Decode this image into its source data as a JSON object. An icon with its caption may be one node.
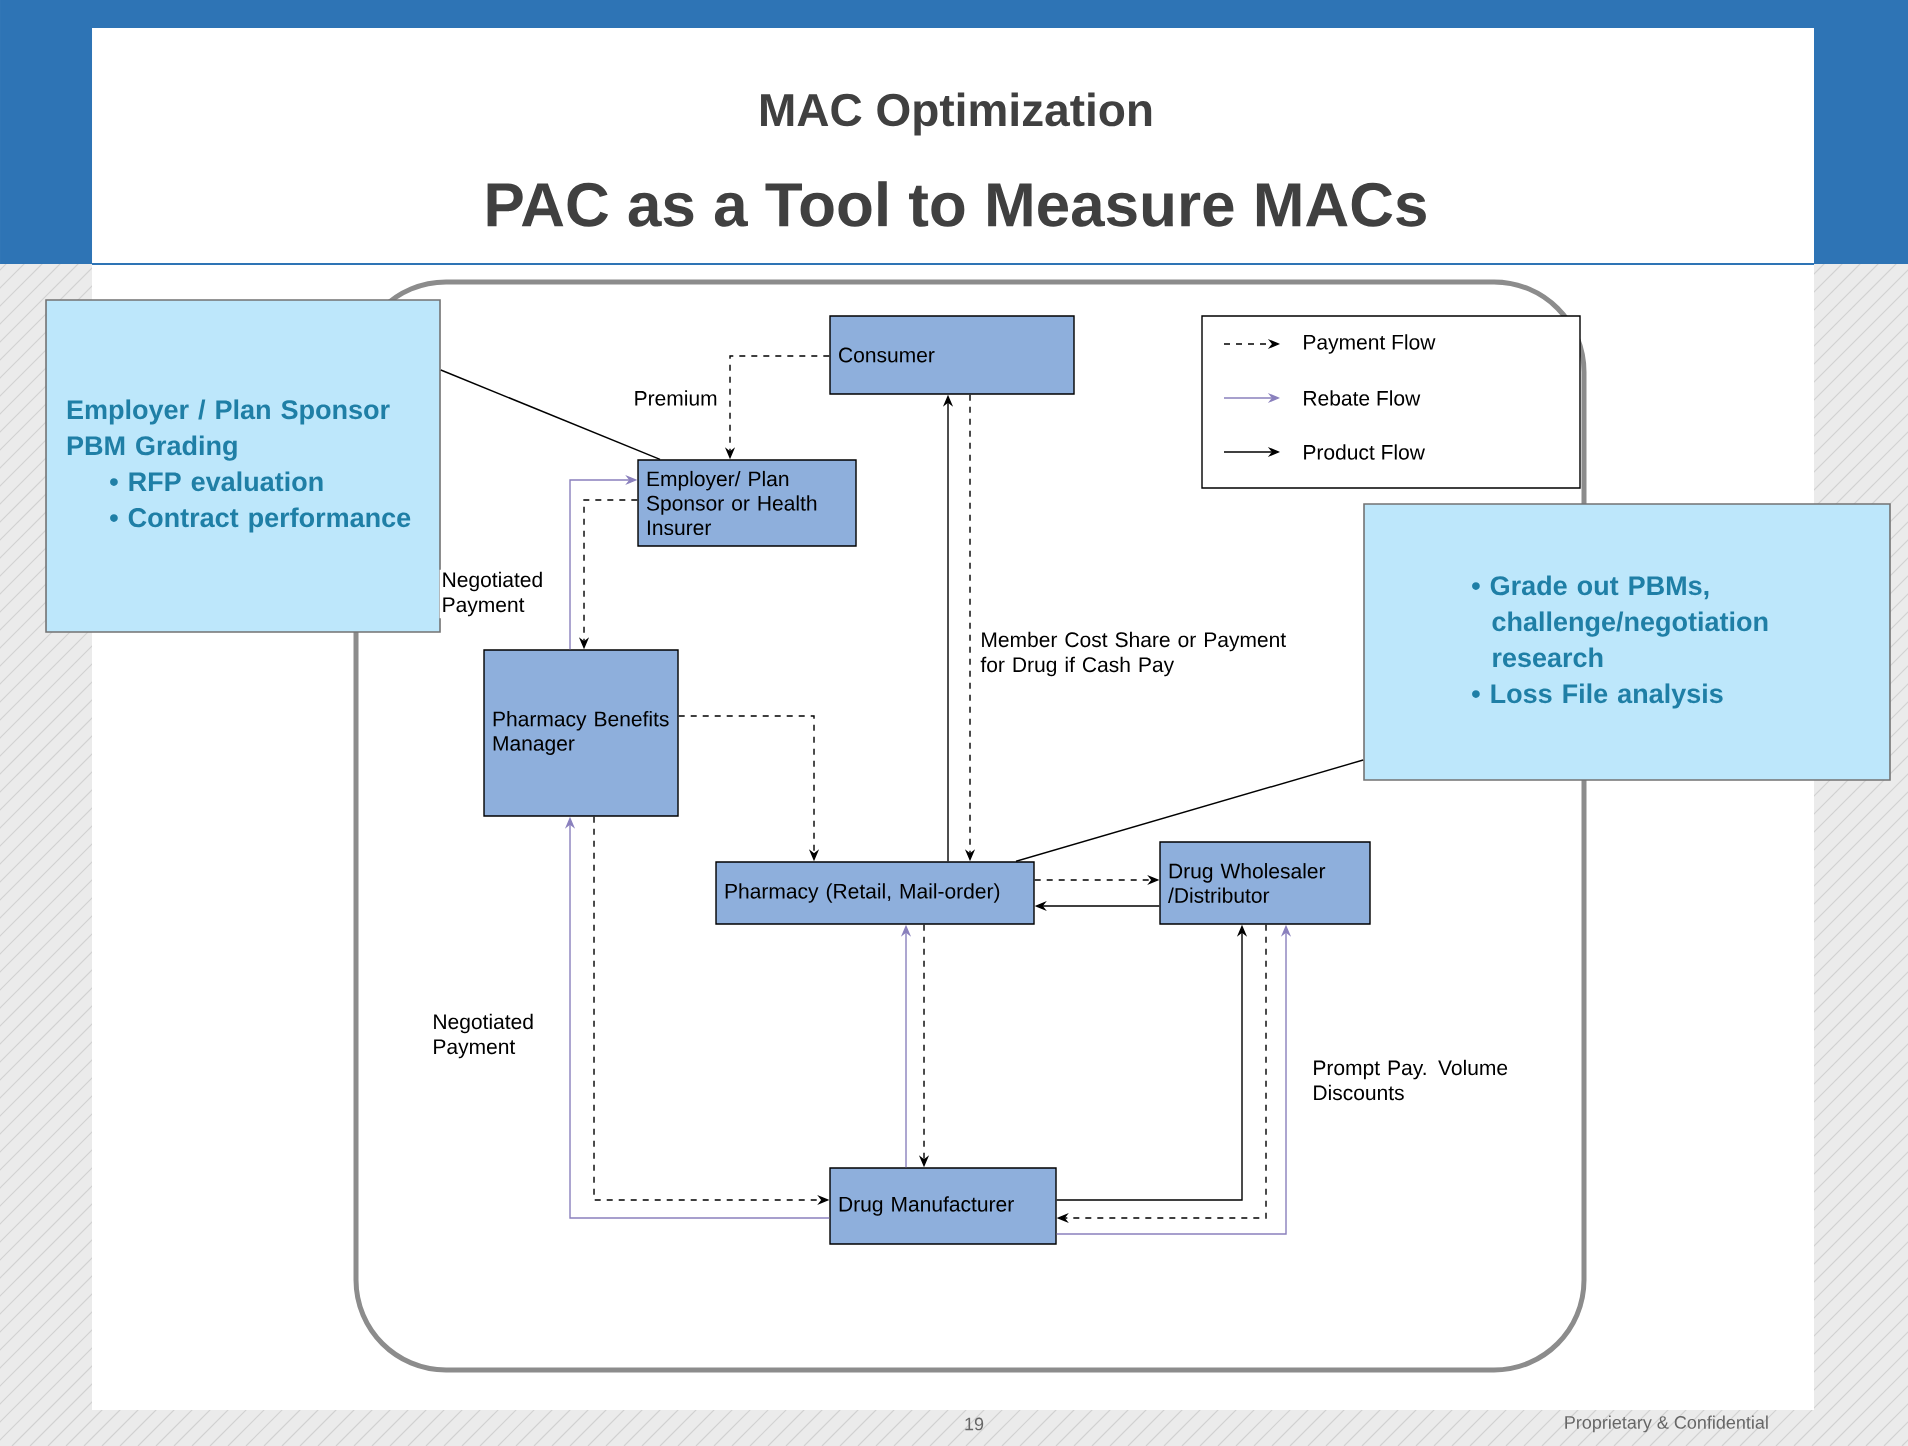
{
  "diagram": {
    "title": "PAC as a Tool to Measure MACs",
    "nodes": [
      {
        "text": [
          "Consumer"
        ]
      },
      {
        "text": [
          "Employer/ Plan Sponsor or Health Insurer"
        ]
      },
      {
        "text": [
          "Pharmacy Benefits Manager"
        ]
      },
      {
        "text": [
          "Pharmacy (Retail, Mail-order)"
        ]
      },
      {
        "text": [
          "Drug Wholesaler /Distributor"
        ]
      },
      {
        "text": [
          "Drug Manufacturer"
        ]
      },
      {
        "text": [
          "Employer / Plan Sponsor PBM Grading",
          "• RFP evaluation",
          "• Contract performance"
        ]
      },
      {
        "text": [
          "• Grade out PBMs, challenge/negotiation research",
          "• Loss File analysis"
        ]
      }
    ],
    "edges": [
      {
        "from": 0,
        "to": 1,
        "arrow": "to",
        "style": "dashed",
        "label": "Premium"
      },
      {
        "from": 1,
        "to": 2,
        "arrow": "to",
        "style": "dashed",
        "label": "Negotiated Payment"
      },
      {
        "from": 2,
        "to": 1,
        "arrow": "to",
        "color": "#8a80bd"
      },
      {
        "from": 2,
        "to": 3,
        "arrow": "to",
        "style": "dashed"
      },
      {
        "from": 3,
        "to": 0,
        "arrow": "to"
      },
      {
        "from": 0,
        "to": 3,
        "arrow": "to",
        "style": "dashed",
        "label": "Member Cost Share or Payment for Drug if Cash Pay"
      },
      {
        "from": 3,
        "to": 4,
        "arrow": "to",
        "style": "dashed"
      },
      {
        "from": 4,
        "to": 3,
        "arrow": "to"
      },
      {
        "from": 3,
        "to": 5,
        "arrow": "to",
        "style": "dashed"
      },
      {
        "from": 5,
        "to": 3,
        "arrow": "to",
        "color": "#8a80bd"
      },
      {
        "from": 2,
        "to": 5,
        "arrow": "to",
        "style": "dashed"
      },
      {
        "from": 5,
        "to": 2,
        "arrow": "to",
        "color": "#8a80bd",
        "label": "Negotiated Payment"
      },
      {
        "from": 5,
        "to": 4,
        "arrow": "to"
      },
      {
        "from": 4,
        "to": 5,
        "arrow": "to",
        "style": "dashed"
      },
      {
        "from": 5,
        "to": 4,
        "arrow": "to",
        "color": "#8a80bd",
        "label": "Prompt Pay. Volume Discounts"
      },
      {
        "from": 6,
        "to": 1,
        "arrow": "none"
      },
      {
        "from": 7,
        "to": 3,
        "arrow": "none"
      }
    ],
    "labels": [
      "MAC Optimization",
      "19",
      "Proprietary & Confidential"
    ],
    "legend": [
      {
        "text": "Payment Flow"
      },
      {
        "text": "Rebate Flow"
      },
      {
        "text": "Product Flow"
      }
    ]
  }
}
